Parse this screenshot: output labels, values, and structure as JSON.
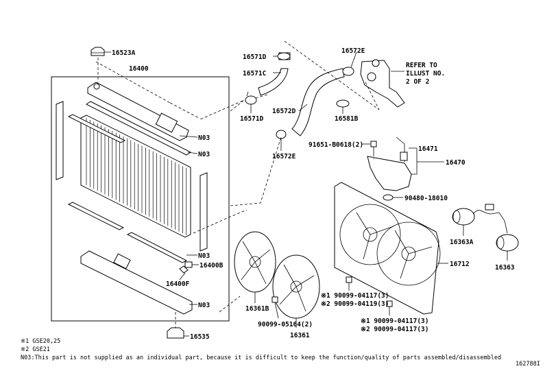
{
  "parts": {
    "p16523A": "16523A",
    "p16400": "16400",
    "n03_a": "N03",
    "n03_b": "N03",
    "n03_c": "N03",
    "n03_d": "N03",
    "p16400B": "16400B",
    "p16400F": "16400F",
    "p16535": "16535",
    "p16571D_a": "16571D",
    "p16571C": "16571C",
    "p16571D_b": "16571D",
    "p16572E_a": "16572E",
    "p16572D": "16572D",
    "p16581B": "16581B",
    "p16572E_b": "16572E",
    "p91651": "91651-B0618(2)",
    "p16471": "16471",
    "p16470": "16470",
    "p90480": "90480-18010",
    "p16363A": "16363A",
    "p16363": "16363",
    "p16712": "16712",
    "p16361B": "16361B",
    "p16361": "16361",
    "p90099_05164": "90099-05164(2)",
    "p90099_04117_a": "※1 90099-04117(3)",
    "p90099_04119": "※2 90099-04119(3)",
    "p90099_04117_b": "※1 90099-04117(3)",
    "p90099_04117_c": "※2 90099-04117(3)"
  },
  "refer": {
    "line1": "REFER TO",
    "line2": "ILLUST NO.",
    "line3": "2 OF 2"
  },
  "notes": {
    "note1": "※1 GSE20,25",
    "note2": "※2 GSE21",
    "note3": "N03:This part is not supplied as an individual part, because it is difficult to keep the function/quality of parts assembled/disassembled"
  },
  "illustration_id": "162788I"
}
